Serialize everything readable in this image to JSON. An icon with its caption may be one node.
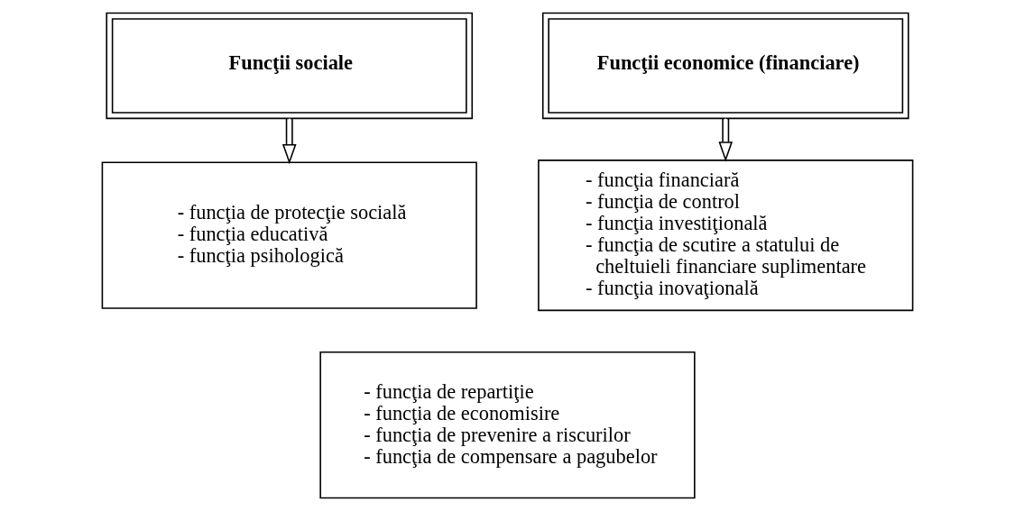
{
  "diagram": {
    "nodes": [
      {
        "text": [
          "Funcţii sociale"
        ]
      },
      {
        "text": [
          "Funcţii economice (financiare)"
        ]
      },
      {
        "text": [
          "- funcţia de protecţie socială",
          "- funcţia educativă",
          "- funcţia psihologică"
        ]
      },
      {
        "text": [
          "- funcţia financiară",
          "- funcţia de control",
          "- funcţia investiţională",
          "- funcţia de scutire a statului de cheltuieli financiare suplimentare",
          "- funcţia inovaţională"
        ]
      },
      {
        "text": [
          "- funcţia de repartiţie",
          "- funcţia de economisire",
          "- funcţia de prevenire a riscurilor",
          "- funcţia de compensare a pagubelor"
        ]
      }
    ],
    "edges": [
      {
        "from": 0,
        "to": 2,
        "arrow": "to"
      },
      {
        "from": 1,
        "to": 3,
        "arrow": "to"
      }
    ]
  }
}
